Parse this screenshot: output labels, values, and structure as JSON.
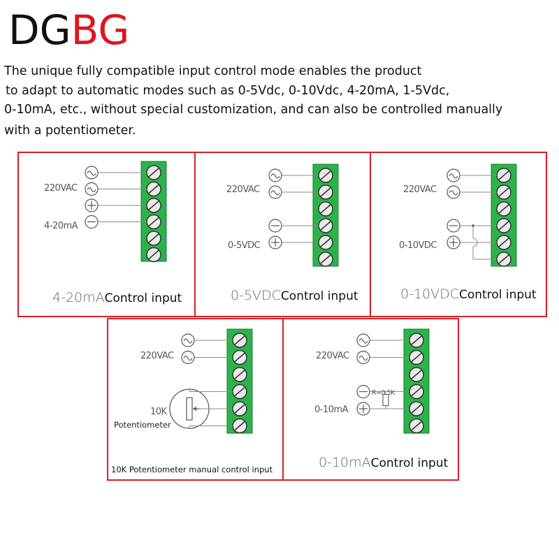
{
  "brand": {
    "part1": "DG",
    "part2": "BG",
    "color_dark": "#111111",
    "color_red": "#e0141e"
  },
  "intro": {
    "line1": "The unique fully compatible input control mode enables the product",
    "line2": "to adapt to automatic modes such as 0-5Vdc, 0-10Vdc, 4-20mA, 1-5Vdc,",
    "line3": "0-10mA, etc., without special customization, and can also be controlled manually",
    "line4": "with a potentiometer."
  },
  "colors": {
    "panel_border": "#d61f26",
    "terminal_green": "#2bb34a",
    "wire": "#888888"
  },
  "panels": {
    "p1": {
      "ac_label": "220VAC",
      "sig_label": "4-20mA",
      "caption_code": "4-20mA",
      "caption_text": "Control input"
    },
    "p2": {
      "ac_label": "220VAC",
      "sig_label": "0-5VDC",
      "caption_code": "0-5VDC",
      "caption_text": "Control input"
    },
    "p3": {
      "ac_label": "220VAC",
      "sig_label": "0-10VDC",
      "caption_code": "0-10VDC",
      "caption_text": "Control input"
    },
    "p4": {
      "ac_label": "220VAC",
      "pot_value": "10K",
      "pot_name": "Potentiometer",
      "caption_text": "10K Potentiometer manual control input"
    },
    "p5": {
      "ac_label": "220VAC",
      "sig_label": "0-10mA",
      "resistor_label": "R=0.5K",
      "caption_code": "0-10mA",
      "caption_text": "Control input"
    }
  }
}
